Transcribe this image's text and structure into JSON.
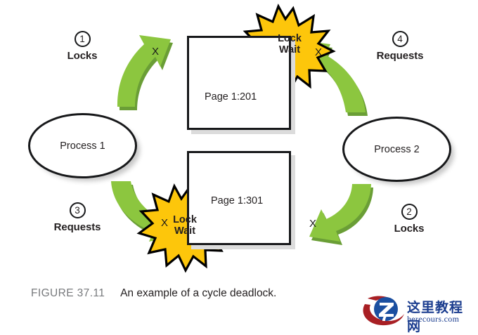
{
  "figure": {
    "caption_number": "FIGURE 37.11",
    "caption_text": "An example of a cycle deadlock.",
    "title": "An example of a cycle deadlock."
  },
  "colors": {
    "arrow_light": "#8CC63F",
    "arrow_dark": "#6A9E36",
    "burst_fill": "#FDC60B",
    "burst_stroke": "#000000",
    "outline": "#17181a",
    "shadow": "#dcdcdc",
    "caption_gray": "#77797c",
    "watermark_blue": "#1b3d8f",
    "watermark_red": "#a81f24"
  },
  "processes": [
    {
      "id": "process-1",
      "label": "Process 1"
    },
    {
      "id": "process-2",
      "label": "Process 2"
    }
  ],
  "pages": [
    {
      "id": "page-201",
      "label": "Page 1:201"
    },
    {
      "id": "page-301",
      "label": "Page 1:301"
    }
  ],
  "steps": [
    {
      "num": "1",
      "word": "Locks"
    },
    {
      "num": "2",
      "word": "Locks"
    },
    {
      "num": "3",
      "word": "Requests"
    },
    {
      "num": "4",
      "word": "Requests"
    }
  ],
  "arrows": [
    {
      "id": "arrow-1",
      "marker": "X",
      "from": "Process 1",
      "to": "Page 1:201",
      "relation": "Locks"
    },
    {
      "id": "arrow-2",
      "marker": "X",
      "from": "Process 2",
      "to": "Page 1:301",
      "relation": "Locks"
    },
    {
      "id": "arrow-3",
      "marker": "X",
      "from": "Process 1",
      "to": "Page 1:301",
      "relation": "Requests"
    },
    {
      "id": "arrow-4",
      "marker": "X",
      "from": "Process 2",
      "to": "Page 1:201",
      "relation": "Requests"
    }
  ],
  "bursts": [
    {
      "id": "burst-201",
      "line1": "Lock",
      "line2": "Wait"
    },
    {
      "id": "burst-301",
      "line1": "Lock",
      "line2": "Wait"
    }
  ],
  "watermark": {
    "letter": "Z",
    "chinese": "这里教程网",
    "domain": "herecours.com"
  }
}
